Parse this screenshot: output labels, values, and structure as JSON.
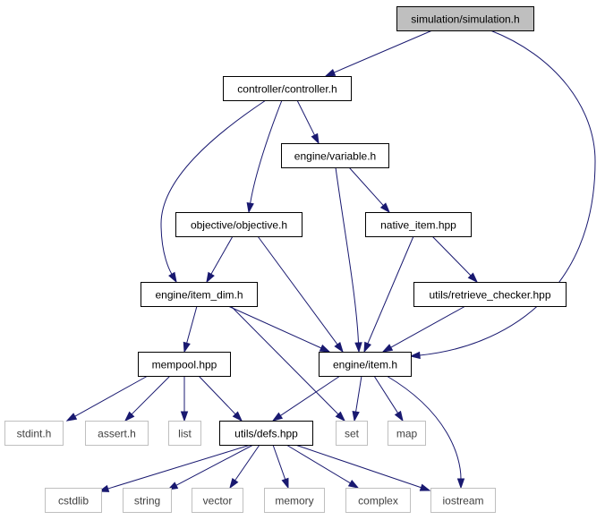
{
  "colors": {
    "edge": "#191970",
    "root_fill": "#bfbfbf",
    "node_fill": "#ffffff",
    "node_stroke": "#000000",
    "external_stroke": "#bfbfbf",
    "external_text": "#404040"
  },
  "nodes": [
    {
      "id": "simulation",
      "label": "simulation/simulation.h",
      "kind": "root"
    },
    {
      "id": "controller",
      "label": "controller/controller.h",
      "kind": "internal"
    },
    {
      "id": "variable",
      "label": "engine/variable.h",
      "kind": "internal"
    },
    {
      "id": "objective",
      "label": "objective/objective.h",
      "kind": "internal"
    },
    {
      "id": "native_item",
      "label": "native_item.hpp",
      "kind": "internal"
    },
    {
      "id": "item_dim",
      "label": "engine/item_dim.h",
      "kind": "internal"
    },
    {
      "id": "retrieve_checker",
      "label": "utils/retrieve_checker.hpp",
      "kind": "internal"
    },
    {
      "id": "mempool",
      "label": "mempool.hpp",
      "kind": "internal"
    },
    {
      "id": "item",
      "label": "engine/item.h",
      "kind": "internal"
    },
    {
      "id": "stdint",
      "label": "stdint.h",
      "kind": "external"
    },
    {
      "id": "assert",
      "label": "assert.h",
      "kind": "external"
    },
    {
      "id": "list",
      "label": "list",
      "kind": "external"
    },
    {
      "id": "defs",
      "label": "utils/defs.hpp",
      "kind": "internal"
    },
    {
      "id": "set",
      "label": "set",
      "kind": "external"
    },
    {
      "id": "map",
      "label": "map",
      "kind": "external"
    },
    {
      "id": "cstdlib",
      "label": "cstdlib",
      "kind": "external"
    },
    {
      "id": "string",
      "label": "string",
      "kind": "external"
    },
    {
      "id": "vector",
      "label": "vector",
      "kind": "external"
    },
    {
      "id": "memory",
      "label": "memory",
      "kind": "external"
    },
    {
      "id": "complex",
      "label": "complex",
      "kind": "external"
    },
    {
      "id": "iostream",
      "label": "iostream",
      "kind": "external"
    }
  ],
  "edges": [
    {
      "from": "simulation",
      "to": "controller"
    },
    {
      "from": "simulation",
      "to": "item"
    },
    {
      "from": "controller",
      "to": "variable"
    },
    {
      "from": "controller",
      "to": "objective"
    },
    {
      "from": "controller",
      "to": "item_dim"
    },
    {
      "from": "variable",
      "to": "native_item"
    },
    {
      "from": "variable",
      "to": "item"
    },
    {
      "from": "objective",
      "to": "item_dim"
    },
    {
      "from": "objective",
      "to": "item"
    },
    {
      "from": "native_item",
      "to": "retrieve_checker"
    },
    {
      "from": "native_item",
      "to": "item"
    },
    {
      "from": "retrieve_checker",
      "to": "item"
    },
    {
      "from": "item_dim",
      "to": "mempool"
    },
    {
      "from": "item_dim",
      "to": "item"
    },
    {
      "from": "item_dim",
      "to": "set"
    },
    {
      "from": "mempool",
      "to": "stdint"
    },
    {
      "from": "mempool",
      "to": "assert"
    },
    {
      "from": "mempool",
      "to": "list"
    },
    {
      "from": "mempool",
      "to": "defs"
    },
    {
      "from": "item",
      "to": "defs"
    },
    {
      "from": "item",
      "to": "set"
    },
    {
      "from": "item",
      "to": "map"
    },
    {
      "from": "item",
      "to": "iostream"
    },
    {
      "from": "defs",
      "to": "cstdlib"
    },
    {
      "from": "defs",
      "to": "string"
    },
    {
      "from": "defs",
      "to": "vector"
    },
    {
      "from": "defs",
      "to": "memory"
    },
    {
      "from": "defs",
      "to": "complex"
    },
    {
      "from": "defs",
      "to": "iostream"
    }
  ]
}
